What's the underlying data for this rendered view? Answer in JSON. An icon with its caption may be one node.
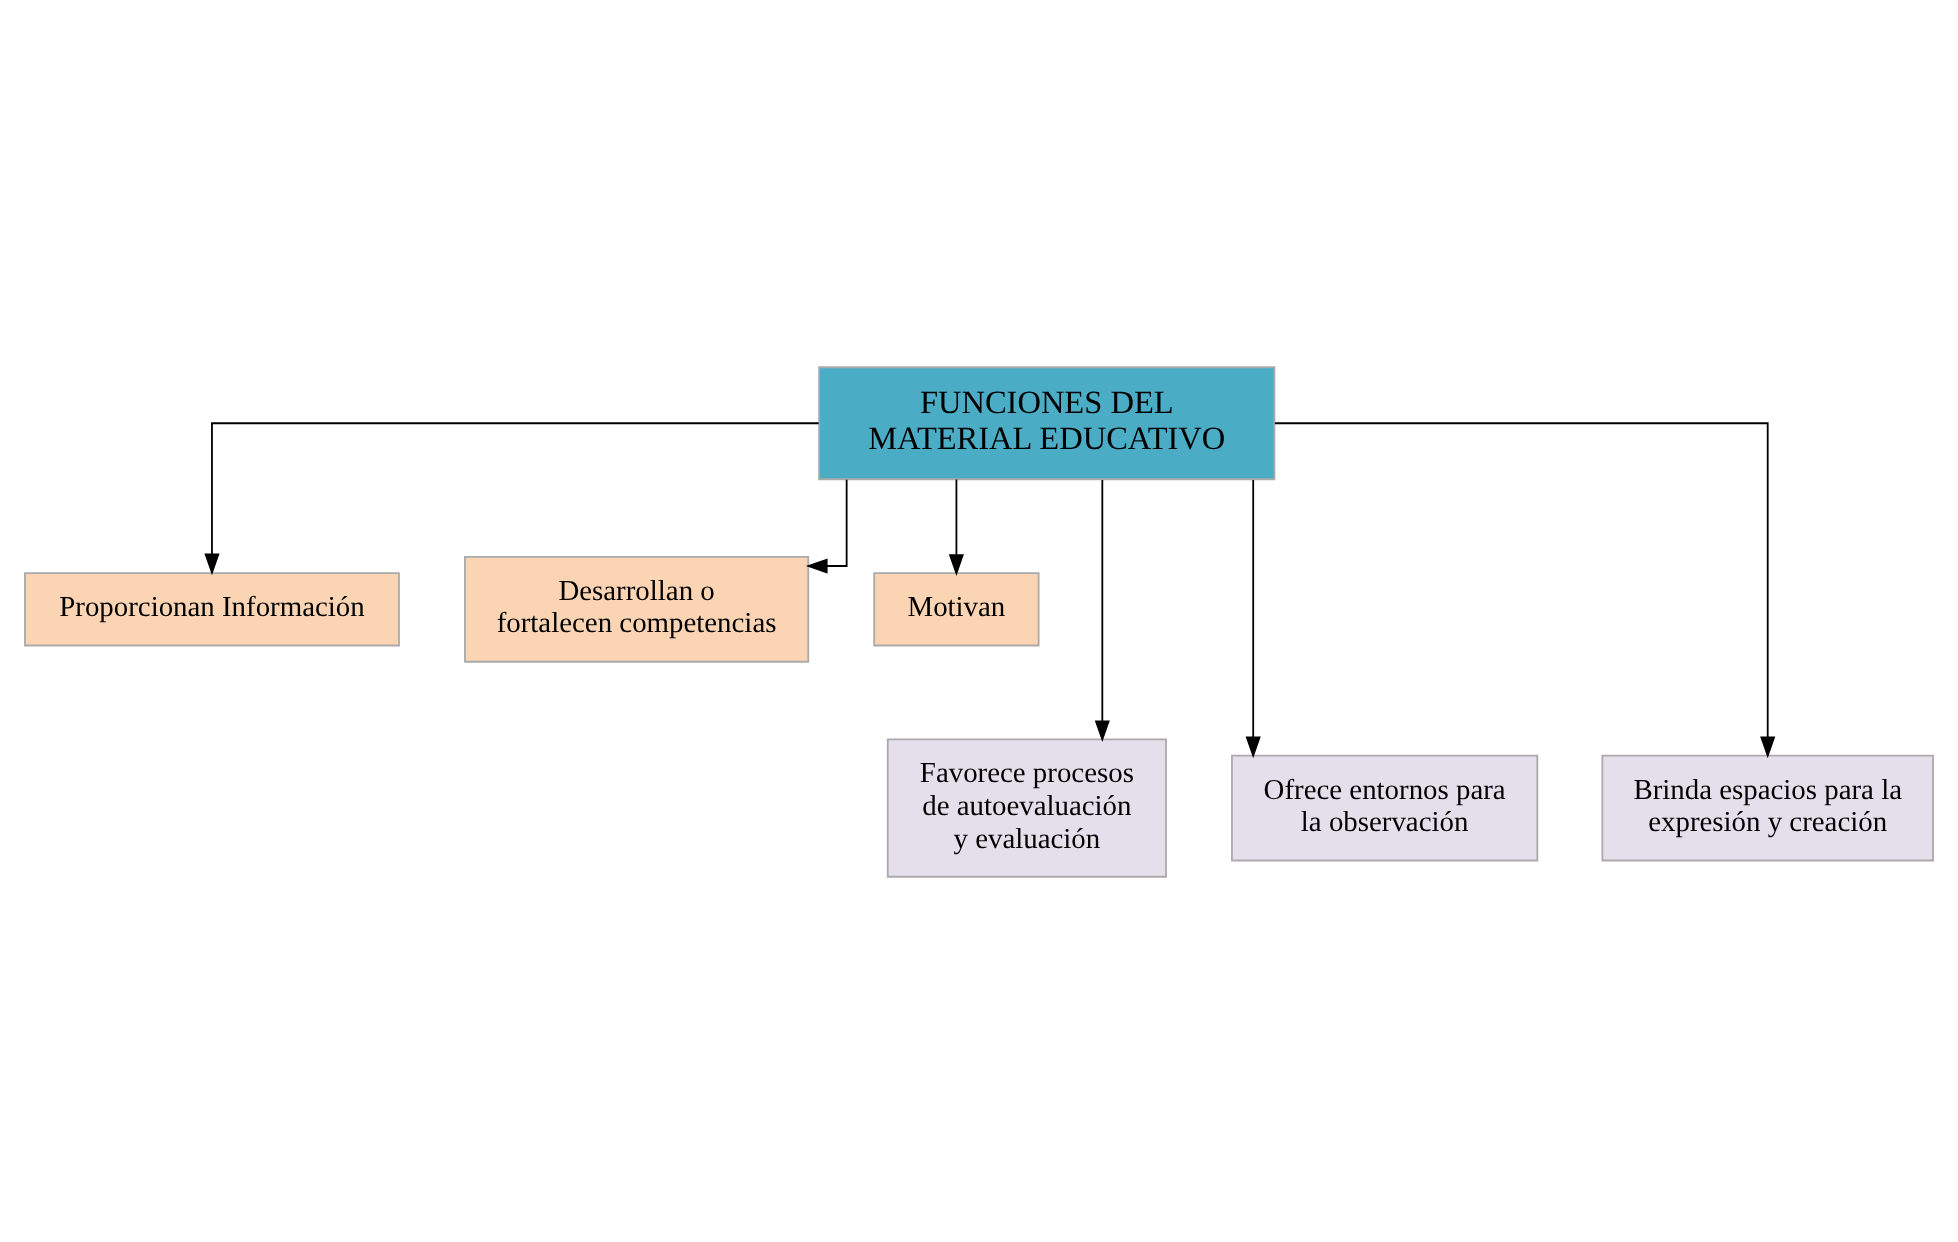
{
  "diagram": {
    "nodes": [
      {
        "text": [
          "FUNCIONES DEL MATERIAL EDUCATIVO"
        ]
      },
      {
        "text": [
          "Proporcionan Información"
        ]
      },
      {
        "text": [
          "Desarrollan o fortalecen competencias"
        ]
      },
      {
        "text": [
          "Motivan"
        ]
      },
      {
        "text": [
          "Favorece procesos de autoevaluación y evaluación"
        ]
      },
      {
        "text": [
          "Ofrece entornos para la observación"
        ]
      },
      {
        "text": [
          "Brinda espacios para la expresión y creación"
        ]
      }
    ],
    "edges": [
      {
        "from": 0,
        "to": 1,
        "arrow": "to"
      },
      {
        "from": 0,
        "to": 4,
        "arrow": "to"
      },
      {
        "from": 0,
        "to": 2,
        "arrow": "to"
      },
      {
        "from": 0,
        "to": 5,
        "arrow": "to"
      },
      {
        "from": 0,
        "to": 6,
        "arrow": "to"
      },
      {
        "from": 0,
        "to": 3,
        "arrow": "to"
      }
    ]
  }
}
